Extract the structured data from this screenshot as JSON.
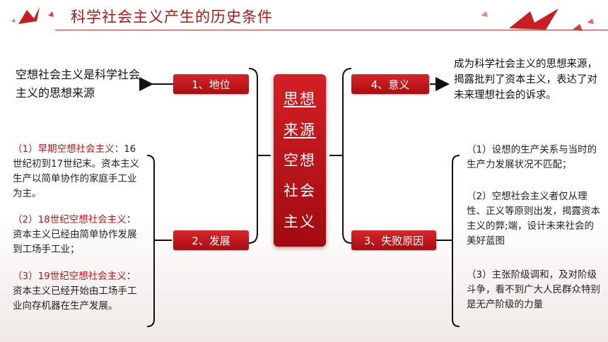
{
  "header": {
    "title": "科学社会主义产生的历史条件"
  },
  "center": {
    "lines": [
      "思想",
      "来源",
      "空想",
      "社会",
      "主义"
    ]
  },
  "nodes": {
    "n1": "1、地位",
    "n2": "2、发展",
    "n3": "3、失败原因",
    "n4": "4、意义"
  },
  "left": {
    "status_text": "空想社会主义是科学社会主义的思想来源",
    "dev": [
      {
        "heading": "（1）早期空想社会主义：",
        "body": "16世纪初到17世纪末。资本主义生产以简单协作的家庭手工业为主。"
      },
      {
        "heading": "（2）18世纪空想社会主义",
        "body": "：资本主义已经由简单协作发展到工场手工业；"
      },
      {
        "heading": "（3）19世纪空想社会主义",
        "body": "：资本主义已经开始由工场手工业向存机器在生产发展。"
      }
    ]
  },
  "right": {
    "significance": "成为科学社会主义的思想来源，揭露批判了资本主义，表达了对未来理想社会的诉求。",
    "reasons": [
      "（1）设想的生产关系与当时的生产力发展状况不匹配；",
      "（2）空想社会主义者仅从理性、正义等原则出发，揭露资本主义的弊;端，设计未来社会的美好蓝图",
      "（3）主张阶级调和，及对阶级斗争，看不到广大人民群众特别是无产阶级的力量"
    ]
  },
  "colors": {
    "accent": "#c0141b",
    "title": "#b01515"
  }
}
